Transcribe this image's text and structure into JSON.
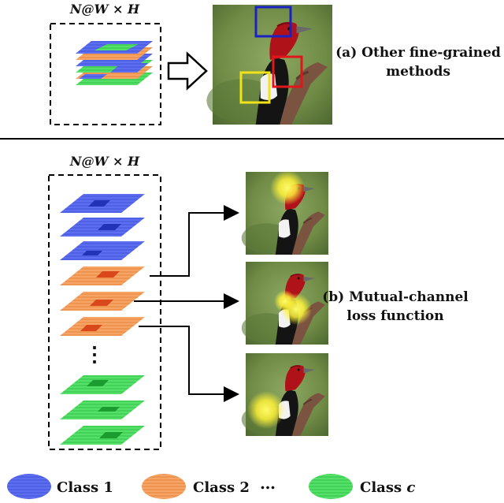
{
  "panel_a": {
    "dims_label": "N@W × H",
    "caption_line1": "(a) Other fine-grained",
    "caption_line2": "methods"
  },
  "panel_b": {
    "dims_label": "N@W × H",
    "caption_line1": "(b) Mutual-channel",
    "caption_line2": "loss function",
    "ellipsis": "⋮"
  },
  "legend": {
    "items": [
      {
        "label": "Class 1",
        "color": "#4a5fe0"
      },
      {
        "label": "Class 2",
        "color": "#f08a3c"
      },
      {
        "label": "Class c",
        "color": "#38d14a"
      }
    ],
    "dots": "…"
  },
  "colors": {
    "blue": "#5567e6",
    "blue_dark": "#2233b8",
    "orange": "#f39a55",
    "orange_dark": "#d9471b",
    "green": "#47d85c",
    "green_dark": "#1a9c2e",
    "box_blue": "#1b22c4",
    "box_red": "#e0161a",
    "box_yellow": "#f2e21a",
    "highlight": "#fff23a"
  },
  "icons": {
    "arrow": "outline-arrow-icon",
    "bird": "woodpecker-photo"
  }
}
